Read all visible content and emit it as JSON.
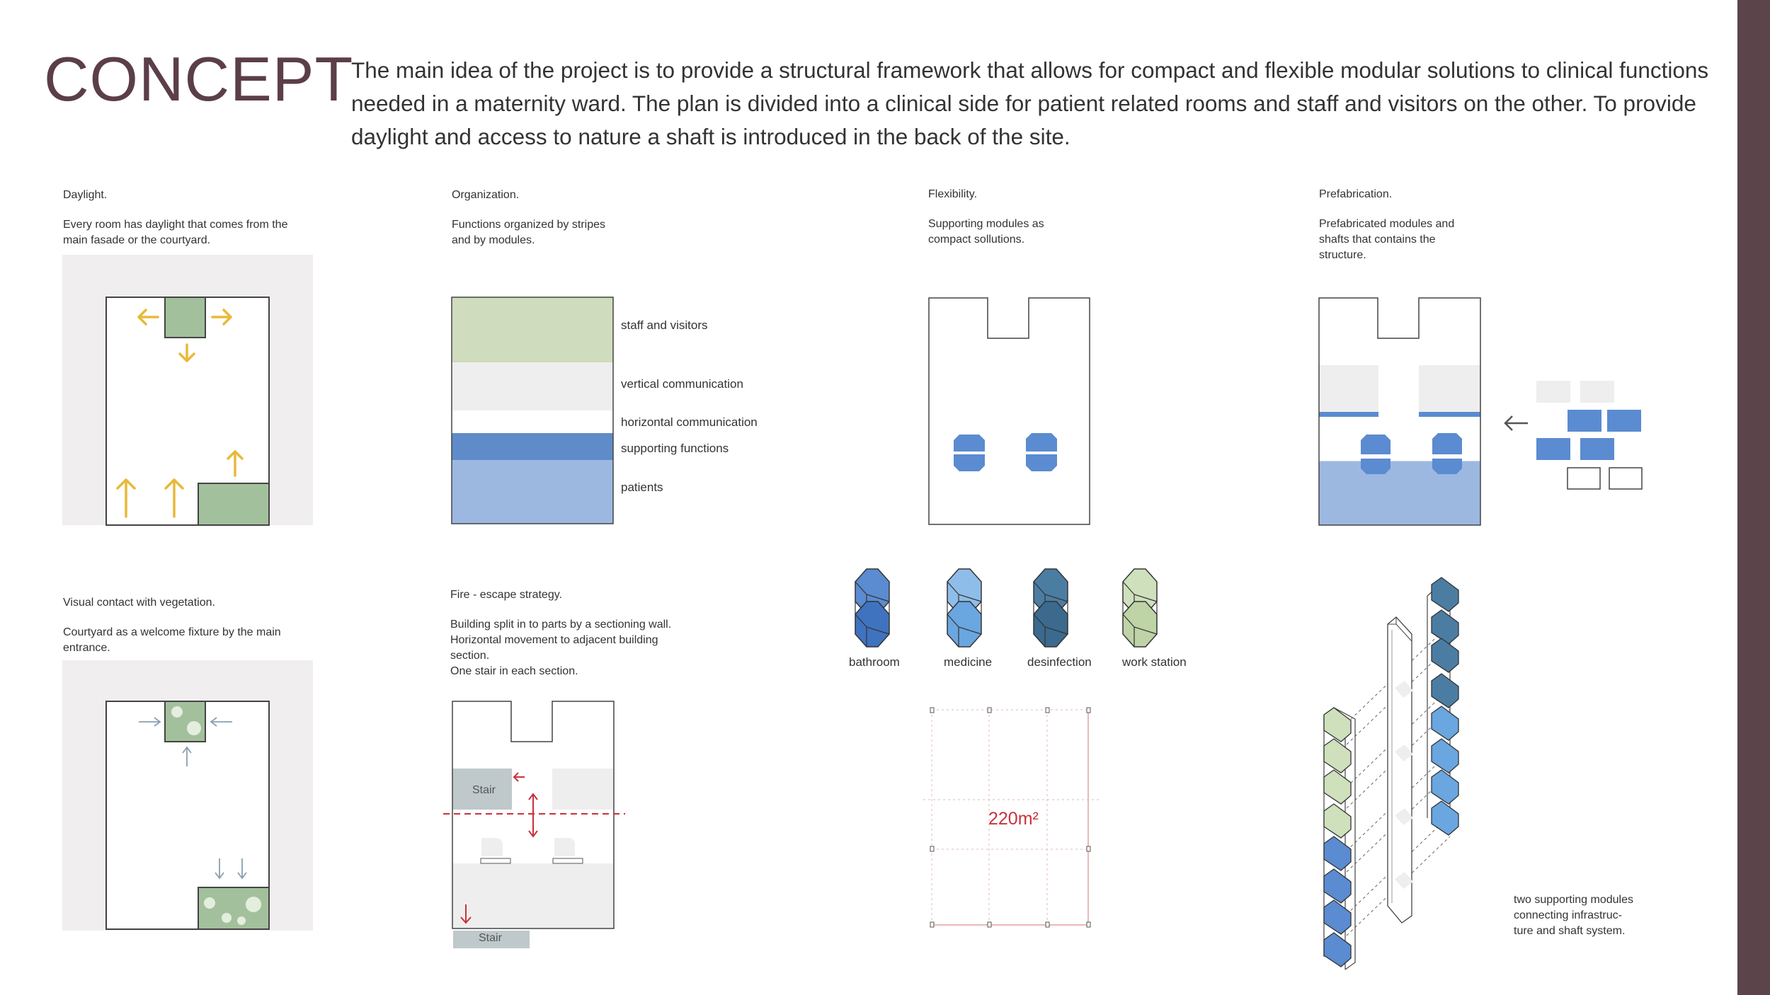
{
  "header": {
    "title": "CONCEPT",
    "intro_lines": [
      "The main idea of the project is to provide a structural framework that allows for compact and flexible modular solutions to clinical functions",
      "needed in a maternity ward. The plan is divided into a clinical side for patient related rooms and staff and visitors on the other.  To provide",
      "daylight and access to nature a shaft is introduced in the back of the site."
    ]
  },
  "panels": {
    "daylight": {
      "title": "Daylight.",
      "text_lines": [
        "Every room has daylight that comes from the",
        "main fasade or the courtyard."
      ]
    },
    "organization": {
      "title": "Organization.",
      "text_lines": [
        "Functions organized by stripes",
        "and by modules."
      ],
      "stripes": [
        {
          "label": "staff and visitors",
          "color": "#cfdcbd"
        },
        {
          "label": "vertical communication",
          "color": "#efeeee"
        },
        {
          "label": "horizontal communication",
          "color": "#ffffff"
        },
        {
          "label": "supporting functions",
          "color": "#5f8cc8"
        },
        {
          "label": "patients",
          "color": "#9db8e0"
        }
      ]
    },
    "flexibility": {
      "title": "Flexibility.",
      "text_lines": [
        "Supporting modules as",
        "compact sollutions."
      ]
    },
    "prefabrication": {
      "title": "Prefabrication.",
      "text_lines": [
        "Prefabricated modules and",
        "shafts that contains the",
        "structure."
      ]
    },
    "vegetation": {
      "title": "Visual contact with vegetation.",
      "text_lines": [
        "Courtyard as a welcome fixture by the main",
        "entrance."
      ]
    },
    "fire": {
      "title": "Fire - escape strategy.",
      "text_lines": [
        "Building split in to parts by a sectioning wall.",
        "Horizontal movement to adjacent building",
        "section.",
        "One stair in each section."
      ],
      "stair_label_1": "Stair",
      "stair_label_2": "Stair"
    },
    "modules": {
      "items": [
        {
          "label": "bathroom",
          "top": "#5b8bd0",
          "bottom": "#3f73c0"
        },
        {
          "label": "medicine",
          "top": "#8fbde9",
          "bottom": "#6aa6e0"
        },
        {
          "label": "desinfection",
          "top": "#4b7da3",
          "bottom": "#3b6a8e"
        },
        {
          "label": "work station",
          "top": "#cfe0bc",
          "bottom": "#bed3a6"
        }
      ]
    },
    "area": {
      "label": "220m²"
    },
    "structure": {
      "text_lines": [
        "two supporting modules",
        "connecting infrastruc-",
        "ture and shaft system."
      ]
    }
  },
  "colors": {
    "title": "#5b3e49",
    "accent_bar": "#5b454b",
    "arrow_yellow": "#e8b93a",
    "courtyard_green": "#a3c09d",
    "fire_red": "#c8323c"
  }
}
